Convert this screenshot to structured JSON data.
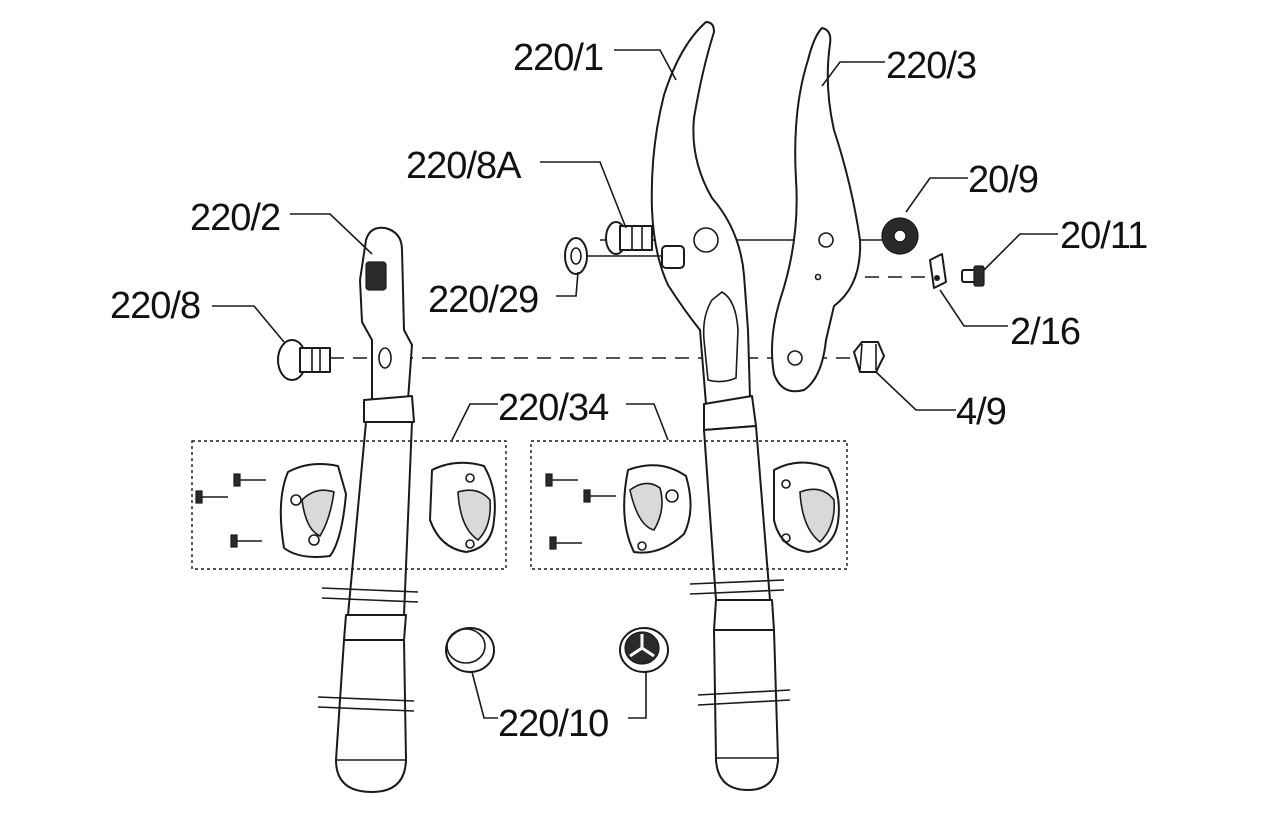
{
  "labels": {
    "p220_1": "220/1",
    "p220_3": "220/3",
    "p220_8A": "220/8A",
    "p20_9": "20/9",
    "p220_2": "220/2",
    "p20_11": "20/11",
    "p220_29": "220/29",
    "p220_8": "220/8",
    "p2_16": "2/16",
    "p4_9": "4/9",
    "p220_34": "220/34",
    "p220_10": "220/10"
  }
}
